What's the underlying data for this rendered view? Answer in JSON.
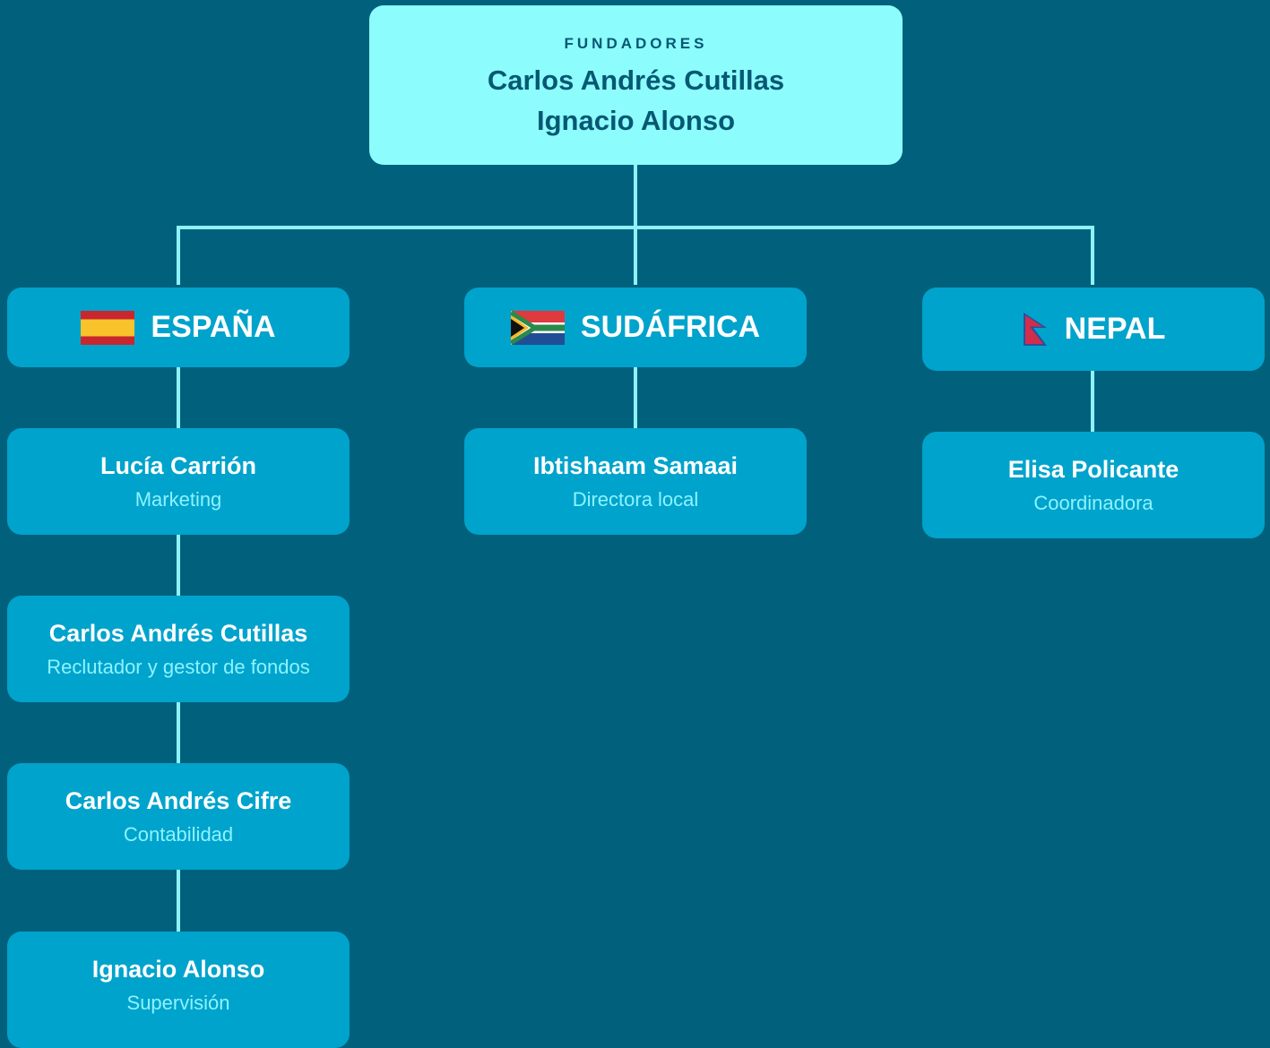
{
  "founders": {
    "label": "FUNDADORES",
    "names": [
      "Carlos Andrés Cutillas",
      "Ignacio Alonso"
    ]
  },
  "countries": [
    {
      "name": "ESPAÑA",
      "flag_icon": "spain-flag-icon",
      "members": [
        {
          "name": "Lucía Carrión",
          "role": "Marketing"
        },
        {
          "name": "Carlos Andrés Cutillas",
          "role": "Reclutador y gestor de fondos"
        },
        {
          "name": "Carlos Andrés Cifre",
          "role": "Contabilidad"
        },
        {
          "name": "Ignacio Alonso",
          "role": "Supervisión"
        }
      ]
    },
    {
      "name": "SUDÁFRICA",
      "flag_icon": "south-africa-flag-icon",
      "members": [
        {
          "name": "Ibtishaam Samaai",
          "role": "Directora local"
        }
      ]
    },
    {
      "name": "NEPAL",
      "flag_icon": "nepal-flag-icon",
      "members": [
        {
          "name": "Elisa Policante",
          "role": "Coordinadora"
        }
      ]
    }
  ],
  "colors": {
    "background": "#01617d",
    "node": "#00a3cc",
    "founders_node": "#8cfcfc",
    "connector": "#8ef2fb",
    "role_text": "#8cf3ff"
  }
}
